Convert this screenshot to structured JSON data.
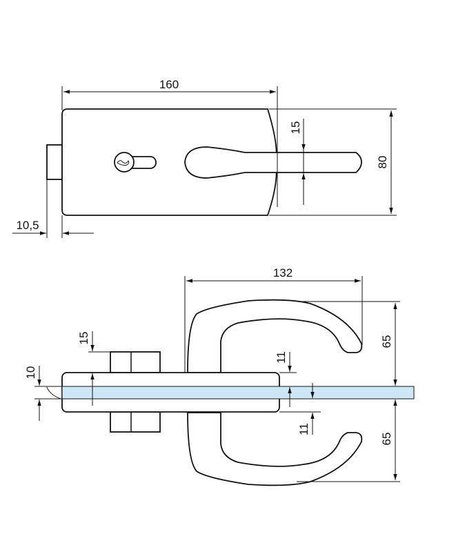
{
  "top_view": {
    "width_dim": "160",
    "height_dim": "80",
    "handle_thickness_dim": "15",
    "offset_dim": "10,5"
  },
  "side_view": {
    "handle_reach_dim": "132",
    "upper_handle_height_dim": "65",
    "lower_handle_height_dim": "65",
    "block_thickness_dim": "15",
    "glass_thickness_dim": "10",
    "upper_clamp_dim": "11",
    "lower_clamp_dim": "11"
  },
  "colors": {
    "glass": "#cfe6f7",
    "line": "#111111"
  }
}
